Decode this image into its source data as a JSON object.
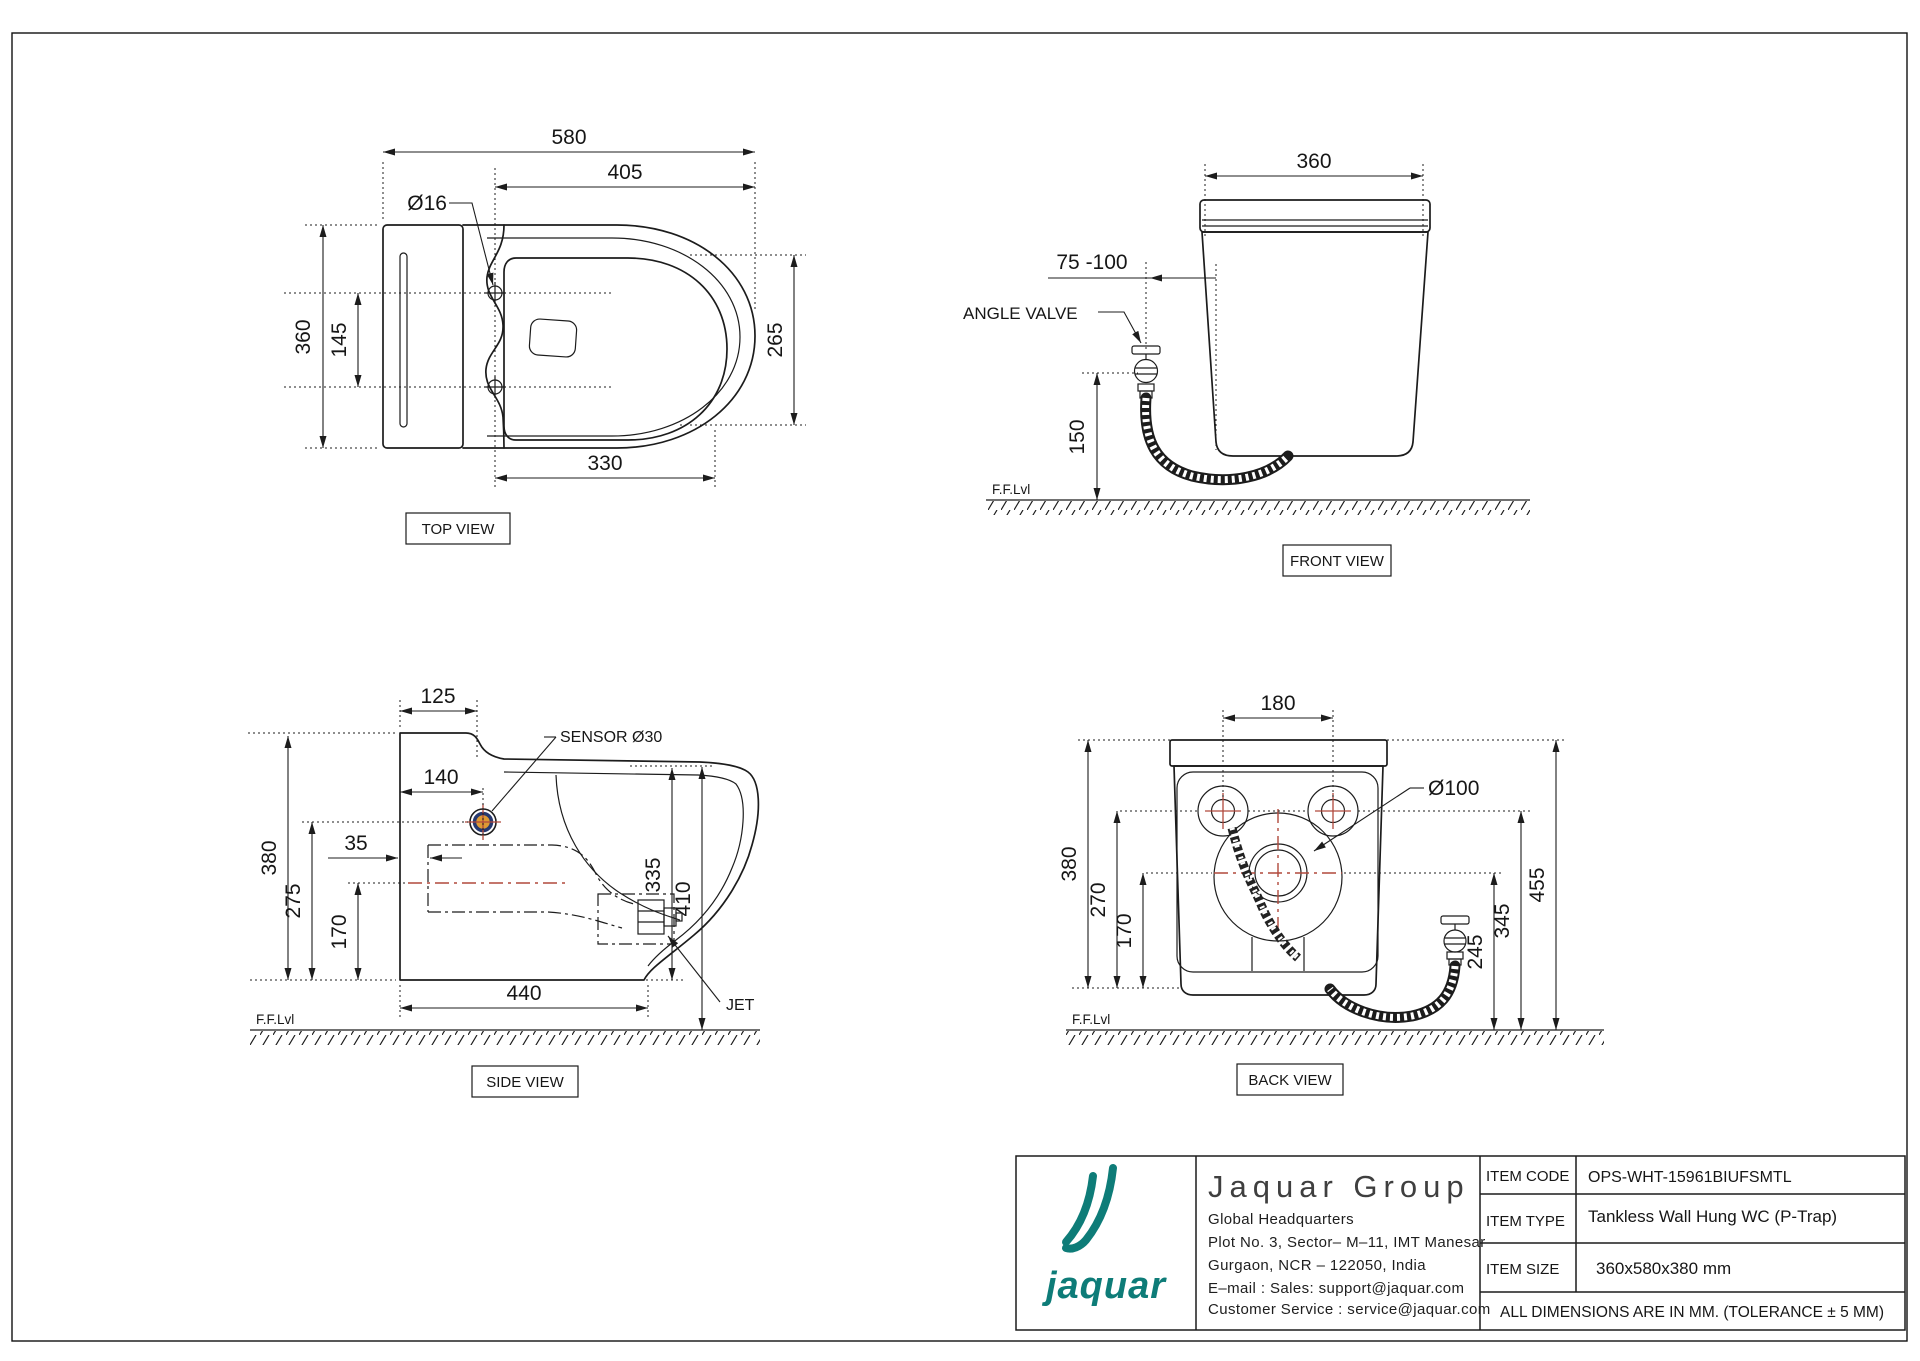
{
  "views": {
    "top": {
      "label": "TOP VIEW",
      "dims": {
        "width": "580",
        "seat": "405",
        "hole": "Ø16",
        "depth": "360",
        "hole_span": "145",
        "bowl_width": "265",
        "bowl_length": "330"
      }
    },
    "front": {
      "label": "FRONT VIEW",
      "dims": {
        "width": "360",
        "valve_offset": "75 -100",
        "valve_height": "150"
      },
      "notes": {
        "angle_valve": "ANGLE VALVE",
        "ffl": "F.F.Lvl"
      }
    },
    "side": {
      "label": "SIDE VIEW",
      "dims": {
        "ledge": "125",
        "sensor_offset": "140",
        "inlet_offset": "35",
        "height": "380",
        "rim_back": "275",
        "trap_height": "170",
        "rim_height": "335",
        "total_height": "410",
        "base_length": "440"
      },
      "notes": {
        "sensor": "SENSOR Ø30",
        "jet": "JET",
        "ffl": "F.F.Lvl"
      }
    },
    "back": {
      "label": "BACK VIEW",
      "dims": {
        "hole_span": "180",
        "height": "380",
        "hole_height": "270",
        "outlet_height": "170",
        "total_height": "455",
        "hole_ground": "345",
        "outlet_ground": "245",
        "outlet_dia": "Ø100"
      },
      "notes": {
        "ffl": "F.F.Lvl"
      }
    }
  },
  "title_block": {
    "logo_word": "jaquar",
    "company": "Jaquar Group",
    "address": [
      "Global Headquarters",
      "Plot No. 3, Sector– M–11, IMT Manesar",
      "Gurgaon, NCR – 122050, India",
      "E–mail : Sales: support@jaquar.com",
      "Customer Service : service@jaquar.com"
    ],
    "fields": [
      {
        "label": "ITEM CODE",
        "value": "OPS-WHT-15961BIUFSMTL"
      },
      {
        "label": "ITEM TYPE",
        "value": "Tankless Wall Hung WC (P-Trap)"
      },
      {
        "label": "ITEM SIZE",
        "value": "360x580x380 mm"
      }
    ],
    "note": "ALL DIMENSIONS ARE IN MM. (TOLERANCE ± 5 MM)"
  },
  "colors": {
    "line": "#1c1c1c",
    "red_accent": "#b0493c",
    "brand_teal": "#0e7c78",
    "sensor_orange": "#dd9a33",
    "sensor_blue": "#27396f"
  }
}
